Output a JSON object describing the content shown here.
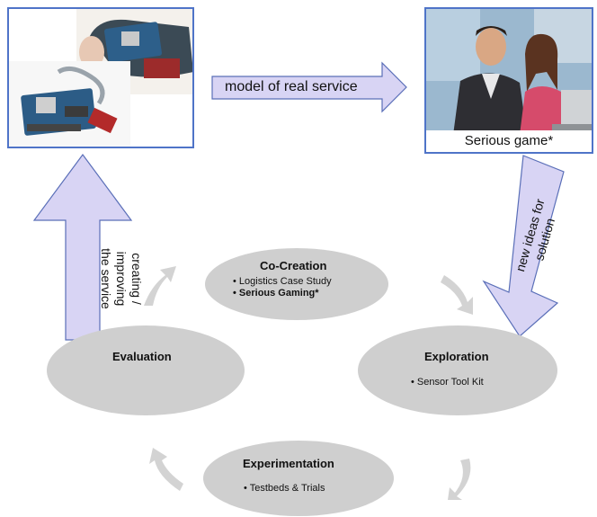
{
  "photos": {
    "left_caption": "",
    "right_caption": "Serious game*"
  },
  "arrows": {
    "top": "model of real service",
    "left_line1": "creating /",
    "left_line2": "improving",
    "left_line3": "the service",
    "right_line1": "new ideas for",
    "right_line2": "solution"
  },
  "cycle": {
    "cocreation": {
      "title": "Co-Creation",
      "items": [
        "• Logistics Case Study",
        "• Serious Gaming*"
      ]
    },
    "evaluation": {
      "title": "Evaluation"
    },
    "exploration": {
      "title": "Exploration",
      "items": [
        "• Sensor Tool Kit"
      ]
    },
    "experimentation": {
      "title": "Experimentation",
      "items": [
        "• Testbeds & Trials"
      ]
    }
  },
  "colors": {
    "frame": "#4f74c8",
    "arrow_fill": "#d8d4f4",
    "arrow_stroke": "#5a6fb8",
    "ellipse": "#cfcfcf"
  }
}
